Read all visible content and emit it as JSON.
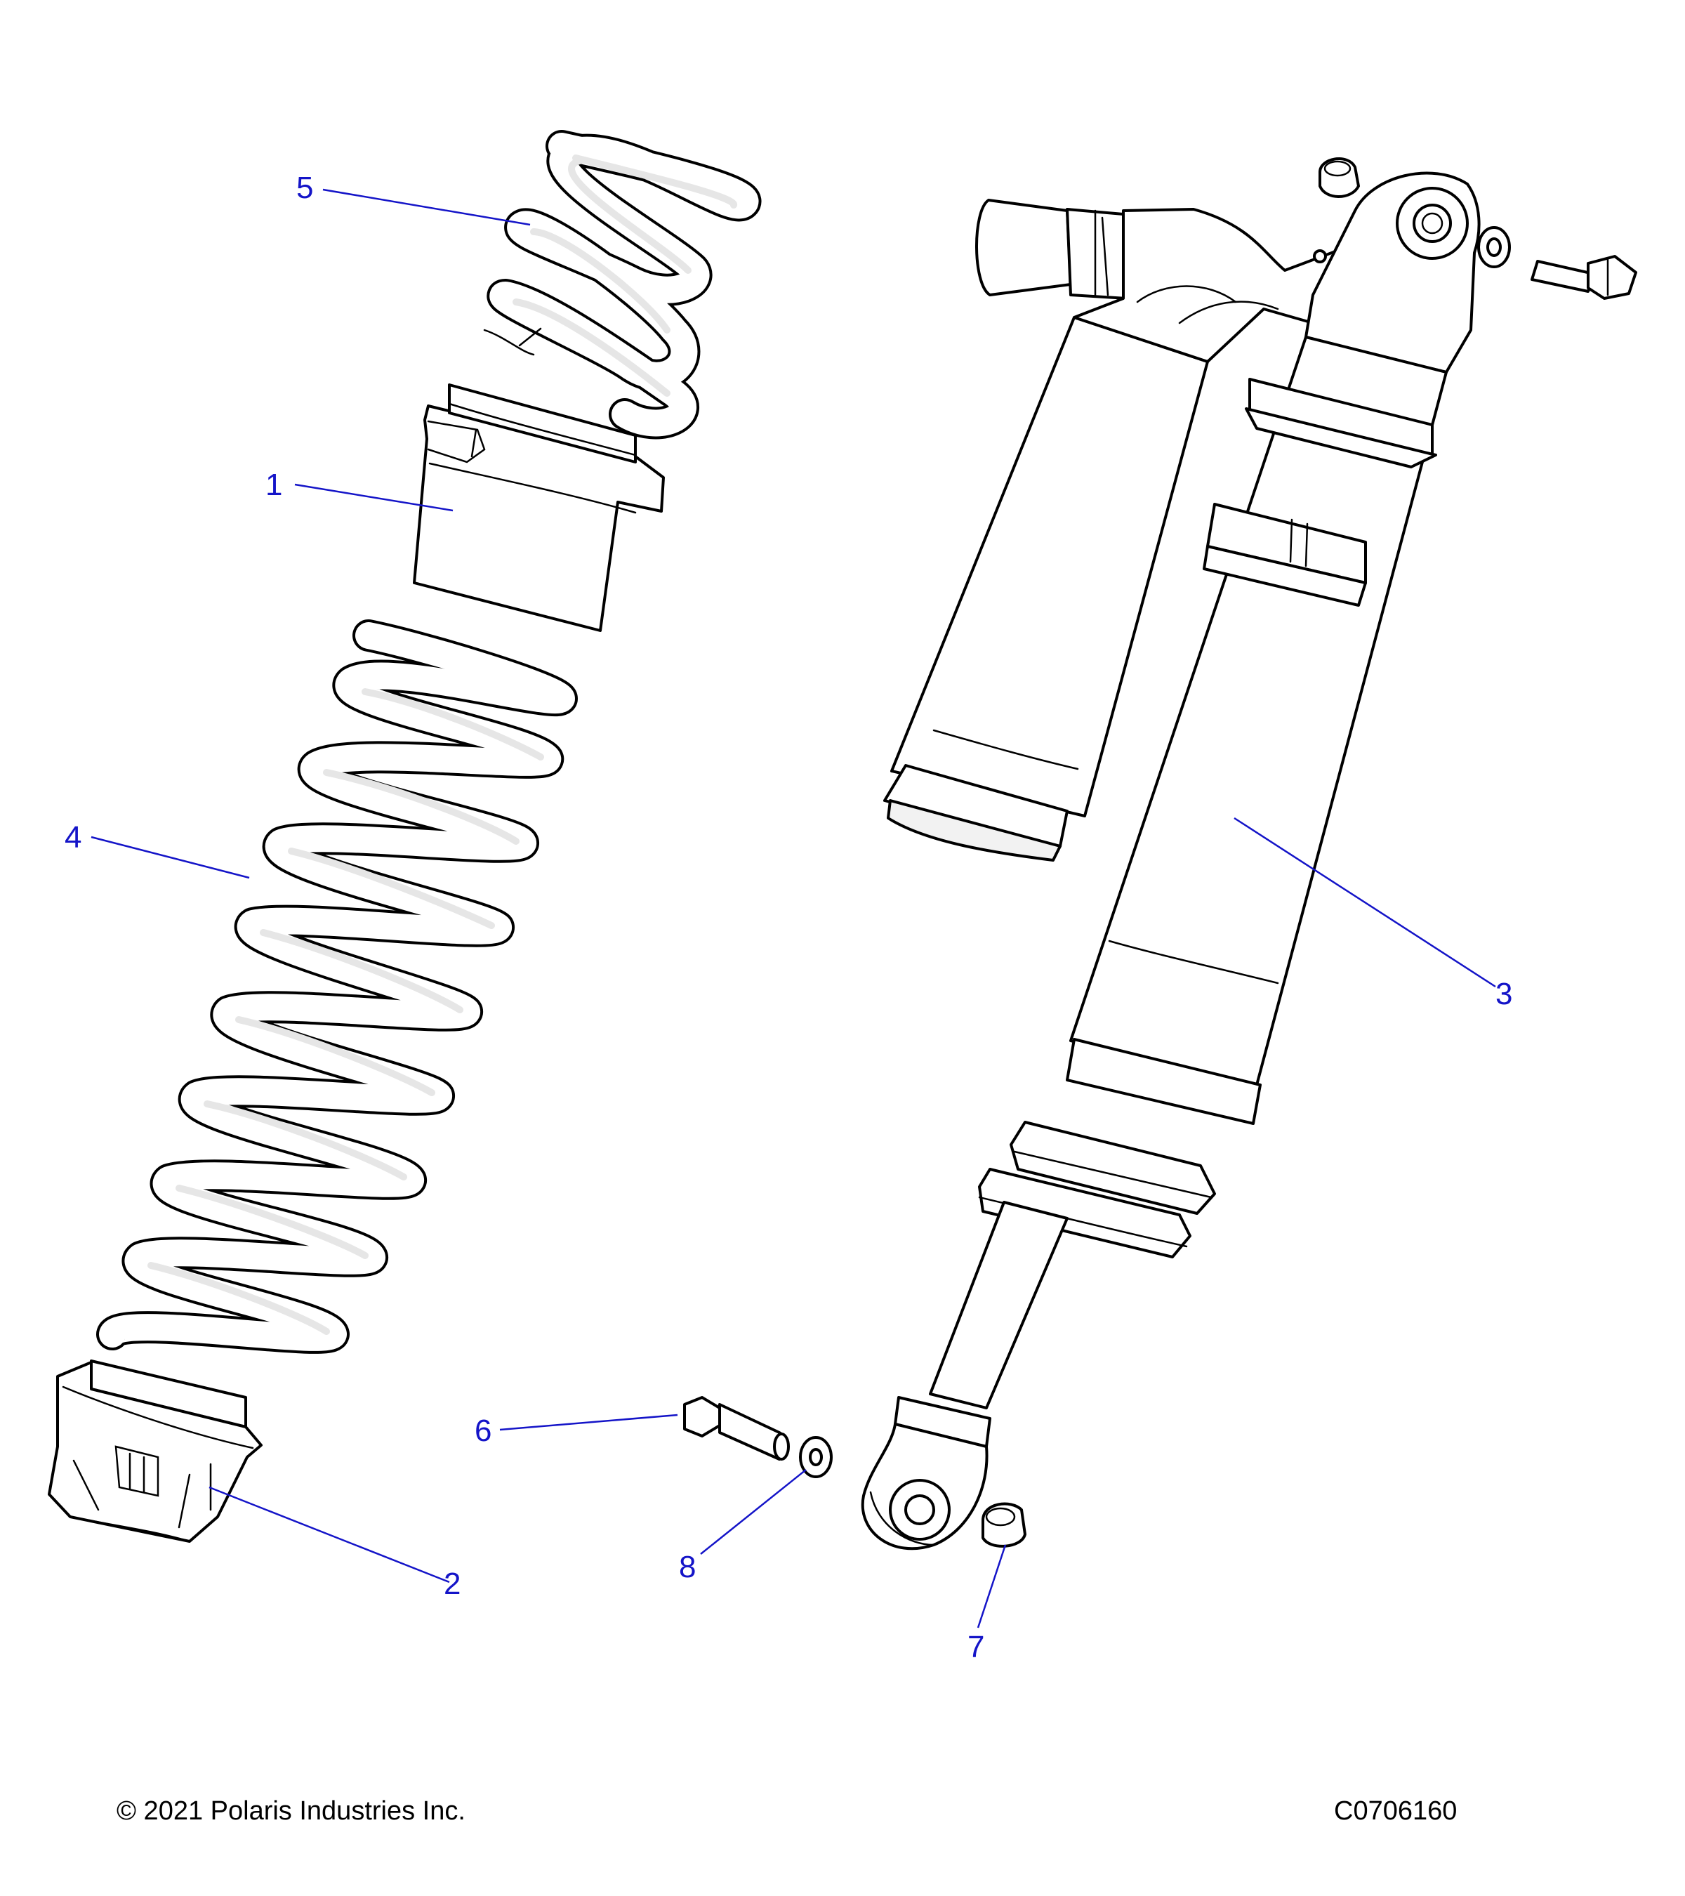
{
  "callouts": [
    {
      "id": "1",
      "label": "1"
    },
    {
      "id": "2",
      "label": "2"
    },
    {
      "id": "3",
      "label": "3"
    },
    {
      "id": "4",
      "label": "4"
    },
    {
      "id": "5",
      "label": "5"
    },
    {
      "id": "6",
      "label": "6"
    },
    {
      "id": "7",
      "label": "7"
    },
    {
      "id": "8",
      "label": "8"
    }
  ],
  "footer": {
    "copyright": "© 2021 Polaris Industries Inc.",
    "drawing_number": "C0706160"
  },
  "colors": {
    "callout": "#1414c8",
    "line": "#000000",
    "background": "#ffffff"
  }
}
